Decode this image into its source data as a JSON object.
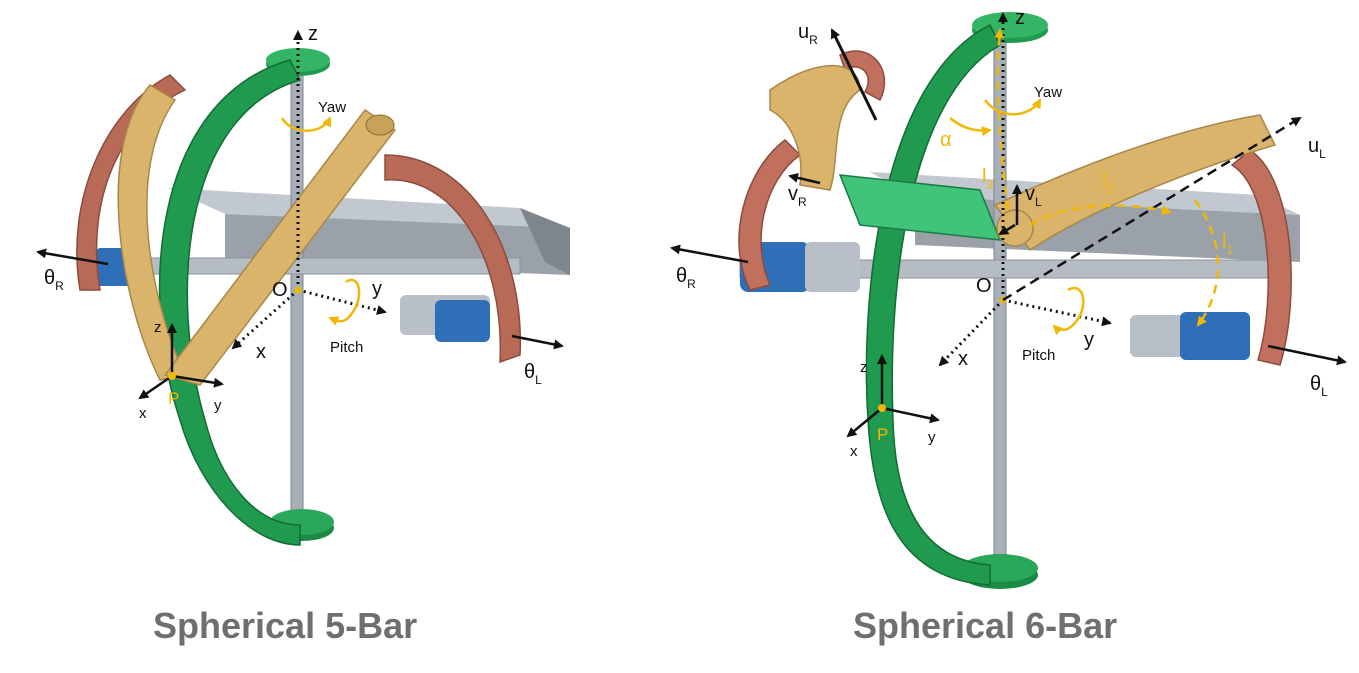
{
  "captions": {
    "left": "Spherical 5-Bar",
    "right": "Spherical 6-Bar"
  },
  "labels": {
    "z": "z",
    "y": "y",
    "x": "x",
    "origin": "O",
    "point": "P",
    "yaw": "Yaw",
    "pitch": "Pitch",
    "theta": "θ",
    "sub_r": "R",
    "sub_l": "L",
    "u": "u",
    "v": "v",
    "l": "l",
    "alpha": "α",
    "sub_1": "1",
    "sub_2": "2",
    "sub_3": "3"
  },
  "colors": {
    "green": "#1f9a4e",
    "tan": "#d9b46a",
    "copper": "#c0705c",
    "gray": "#9aa3ad",
    "blue": "#2f6fb8",
    "annotation": "#f2b705",
    "caption": "#6f6f6f"
  }
}
